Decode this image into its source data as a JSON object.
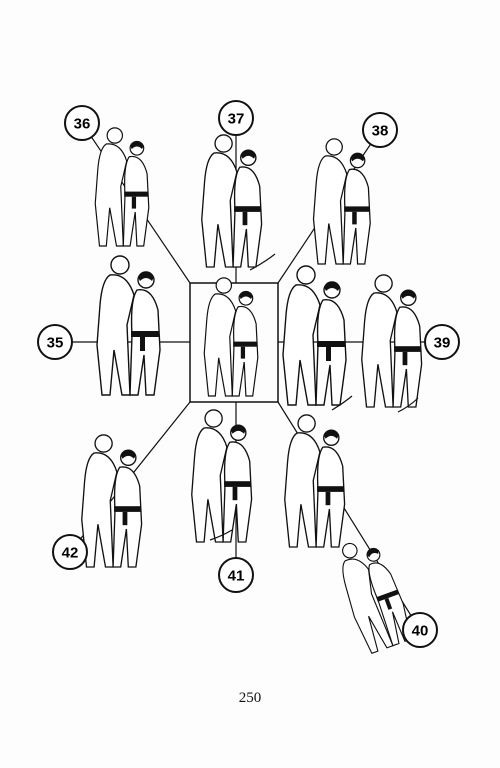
{
  "figure_labels": [
    "36",
    "37",
    "38",
    "35",
    "39",
    "42",
    "41",
    "40"
  ],
  "page_number": "250",
  "icons": [
    "judo-pair-illustration",
    "rotation-arrow-icon"
  ]
}
